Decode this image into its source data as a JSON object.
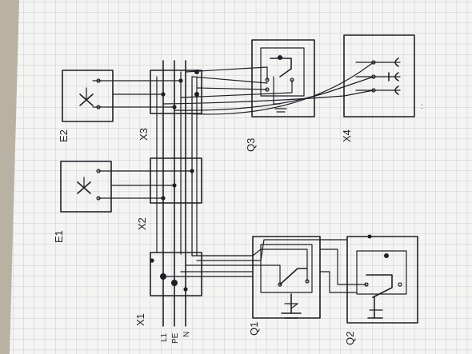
{
  "diagram": {
    "labels": {
      "e1": "E1",
      "e2": "E2",
      "x1": "X1",
      "x2": "X2",
      "x3": "X3",
      "x4": "X4",
      "q1": "Q1",
      "q2": "Q2",
      "q3": "Q3"
    },
    "terminals": {
      "l1": "L1",
      "pe": "PE",
      "n": "N"
    }
  },
  "colors": {
    "paper": "#f4f4f2",
    "grid": "#b7bcc7",
    "ink": "#1d1f26",
    "tablecloth": "#b9b2a3"
  },
  "icons": [
    "lamp-cross-symbol",
    "switch-symbol",
    "socket-symbol"
  ]
}
